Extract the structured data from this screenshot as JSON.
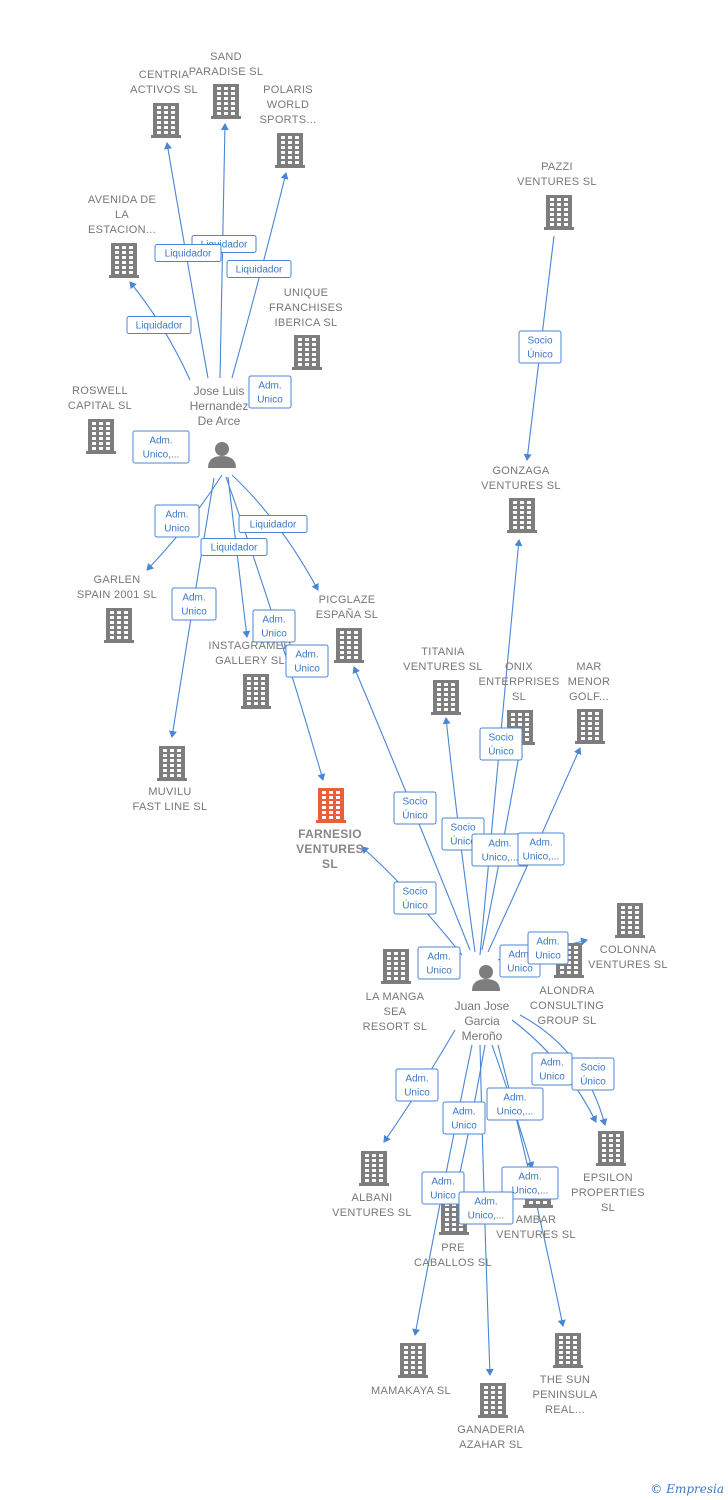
{
  "colors": {
    "edge": "#4a86d4",
    "building": "#7d7d7d",
    "focus": "#e8603a",
    "person": "#7d7d7d",
    "label": "#777777"
  },
  "footer": {
    "copyright": "©",
    "brand": "Empresia"
  },
  "companies": [
    {
      "id": "centria",
      "lines": [
        "CENTRIA",
        "ACTIVOS SL"
      ]
    },
    {
      "id": "sand",
      "lines": [
        "SAND",
        "PARADISE SL"
      ]
    },
    {
      "id": "polaris",
      "lines": [
        "POLARIS",
        "WORLD",
        "SPORTS..."
      ]
    },
    {
      "id": "avenida",
      "lines": [
        "AVENIDA DE",
        "LA",
        "ESTACION..."
      ]
    },
    {
      "id": "unique",
      "lines": [
        "UNIQUE",
        "FRANCHISES",
        "IBERICA SL"
      ]
    },
    {
      "id": "roswell",
      "lines": [
        "ROSWELL",
        "CAPITAL SL"
      ]
    },
    {
      "id": "pazzi",
      "lines": [
        "PAZZI",
        "VENTURES SL"
      ]
    },
    {
      "id": "gonzaga",
      "lines": [
        "GONZAGA",
        "VENTURES SL"
      ]
    },
    {
      "id": "garlen",
      "lines": [
        "GARLEN",
        "SPAIN 2001 SL"
      ]
    },
    {
      "id": "picglaze",
      "lines": [
        "PICGLAZE",
        "ESPAÑA SL"
      ]
    },
    {
      "id": "instagramer",
      "lines": [
        "INSTAGRAMER",
        "GALLERY SL"
      ]
    },
    {
      "id": "muvilu",
      "lines": [
        "MUVILU",
        "FAST LINE SL"
      ]
    },
    {
      "id": "farnesio",
      "lines": [
        "FARNESIO",
        "VENTURES",
        "SL"
      ],
      "focus": true
    },
    {
      "id": "titania",
      "lines": [
        "TITANIA",
        "VENTURES SL"
      ]
    },
    {
      "id": "onix",
      "lines": [
        "ONIX",
        "ENTERPRISES",
        "SL"
      ]
    },
    {
      "id": "marmenor",
      "lines": [
        "MAR",
        "MENOR",
        "GOLF..."
      ]
    },
    {
      "id": "colonna",
      "lines": [
        "COLONNA",
        "VENTURES SL"
      ]
    },
    {
      "id": "alondra",
      "lines": [
        "ALONDRA",
        "CONSULTING",
        "GROUP SL"
      ]
    },
    {
      "id": "lamanga",
      "lines": [
        "LA MANGA",
        "SEA",
        "RESORT SL"
      ]
    },
    {
      "id": "epsilon",
      "lines": [
        "EPSILON",
        "PROPERTIES",
        "SL"
      ]
    },
    {
      "id": "albani",
      "lines": [
        "ALBANI",
        "VENTURES SL"
      ]
    },
    {
      "id": "precaballos",
      "lines": [
        "PRE",
        "CABALLOS SL"
      ]
    },
    {
      "id": "ambar",
      "lines": [
        "AMBAR",
        "VENTURES SL"
      ]
    },
    {
      "id": "mamakaya",
      "lines": [
        "MAMAKAYA SL"
      ]
    },
    {
      "id": "ganaderia",
      "lines": [
        "GANADERIA",
        "AZAHAR SL"
      ]
    },
    {
      "id": "thesun",
      "lines": [
        "THE SUN",
        "PENINSULA",
        "REAL..."
      ]
    }
  ],
  "persons": [
    {
      "id": "joseluis",
      "lines": [
        "Jose Luis",
        "Hernandez",
        "De Arce"
      ]
    },
    {
      "id": "juanjose",
      "lines": [
        "Juan Jose",
        "Garcia",
        "Meroño"
      ]
    }
  ],
  "relations": [
    {
      "lines": [
        "Liquidador"
      ]
    },
    {
      "lines": [
        "Liquidador"
      ]
    },
    {
      "lines": [
        "Liquidador"
      ]
    },
    {
      "lines": [
        "Liquidador"
      ]
    },
    {
      "lines": [
        "Adm.",
        "Unico"
      ]
    },
    {
      "lines": [
        "Adm.",
        "Unico,..."
      ]
    },
    {
      "lines": [
        "Adm.",
        "Unico"
      ]
    },
    {
      "lines": [
        "Adm.",
        "Unico"
      ]
    },
    {
      "lines": [
        "Liquidador"
      ]
    },
    {
      "lines": [
        "Liquidador"
      ]
    },
    {
      "lines": [
        "Adm.",
        "Unico"
      ]
    },
    {
      "lines": [
        "Adm.",
        "Unico"
      ]
    },
    {
      "lines": [
        "Socio",
        "Único"
      ]
    },
    {
      "lines": [
        "Socio",
        "Único"
      ]
    },
    {
      "lines": [
        "Socio",
        "Único"
      ]
    },
    {
      "lines": [
        "Socio",
        "Único"
      ]
    },
    {
      "lines": [
        "Socio",
        "Único"
      ]
    },
    {
      "lines": [
        "Adm.",
        "Unico,..."
      ]
    },
    {
      "lines": [
        "Adm.",
        "Unico,..."
      ]
    },
    {
      "lines": [
        "Adm.",
        "Unico"
      ]
    },
    {
      "lines": [
        "Adm.",
        "Unico"
      ]
    },
    {
      "lines": [
        "Adm.",
        "Unico"
      ]
    },
    {
      "lines": [
        "Adm.",
        "Unico"
      ]
    },
    {
      "lines": [
        "Socio",
        "Único"
      ]
    },
    {
      "lines": [
        "Adm.",
        "Unico"
      ]
    },
    {
      "lines": [
        "Adm.",
        "Unico"
      ]
    },
    {
      "lines": [
        "Adm.",
        "Unico,..."
      ]
    },
    {
      "lines": [
        "Adm.",
        "Unico,..."
      ]
    },
    {
      "lines": [
        "Adm.",
        "Unico"
      ]
    },
    {
      "lines": [
        "Adm.",
        "Unico,..."
      ]
    }
  ]
}
